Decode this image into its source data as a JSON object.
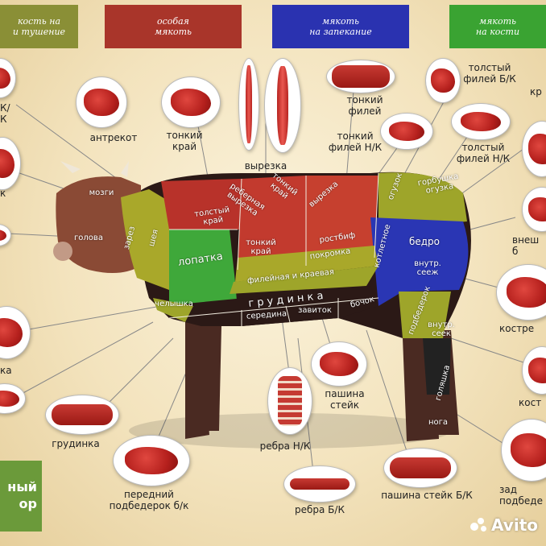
{
  "banners": [
    {
      "text": "кость на\nи тушение",
      "color": "#8a8f36"
    },
    {
      "text": "особая\nмякоть",
      "color": "#a9352a"
    },
    {
      "text": "мякоть\nна запекание",
      "color": "#2a32b0"
    },
    {
      "text": "мякоть\nна кости",
      "color": "#3aa332"
    }
  ],
  "cuts": [
    {
      "text": "антрекот"
    },
    {
      "text": "тонкий\nкрай"
    },
    {
      "text": "вырезка"
    },
    {
      "text": "тонкий\nфилей"
    },
    {
      "text": "тонкий\nфилей Н/К"
    },
    {
      "text": "толстый\nфилей Б/К"
    },
    {
      "text": "толстый\nфилей Н/К"
    },
    {
      "text": "пашина\nстейк"
    },
    {
      "text": "грудинка"
    },
    {
      "text": "ребра Н/К"
    },
    {
      "text": "передний\nподбедерок б/к"
    },
    {
      "text": "ребра Б/К"
    },
    {
      "text": "пашина стейк Б/К"
    },
    {
      "text": "костре"
    },
    {
      "text": "кост"
    },
    {
      "text": "внеш\nб"
    },
    {
      "text": "зад\nподбеде"
    },
    {
      "text": "кр"
    },
    {
      "text": "К/К"
    },
    {
      "text": "к"
    },
    {
      "text": "ка"
    }
  ],
  "zones": [
    {
      "text": "мозги"
    },
    {
      "text": "голова"
    },
    {
      "text": "зарез"
    },
    {
      "text": "шея"
    },
    {
      "text": "лопатка"
    },
    {
      "text": "челышка"
    },
    {
      "text": "толстый\nкрай"
    },
    {
      "text": "реберная\nвырезка"
    },
    {
      "text": "тонкий\nкрай"
    },
    {
      "text": "ростбиф"
    },
    {
      "text": "покромка"
    },
    {
      "text": "филейная и краевая"
    },
    {
      "text": "г р у д и н к а"
    },
    {
      "text": "середина"
    },
    {
      "text": "завиток"
    },
    {
      "text": "бочок"
    },
    {
      "text": "огузок"
    },
    {
      "text": "горбушка\nогузка"
    },
    {
      "text": "бедро"
    },
    {
      "text": "внутр.\nсееж"
    },
    {
      "text": "подбедерок"
    },
    {
      "text": "нога"
    },
    {
      "text": "тонкий\nкрай"
    },
    {
      "text": "вырезка"
    },
    {
      "text": "котлетное"
    },
    {
      "text": "внутр.\nсеек"
    },
    {
      "text": "голяшка"
    }
  ],
  "logo": {
    "text": "ный\nор",
    "color": "#6b9a3a"
  },
  "watermark": {
    "text": "Avito"
  }
}
